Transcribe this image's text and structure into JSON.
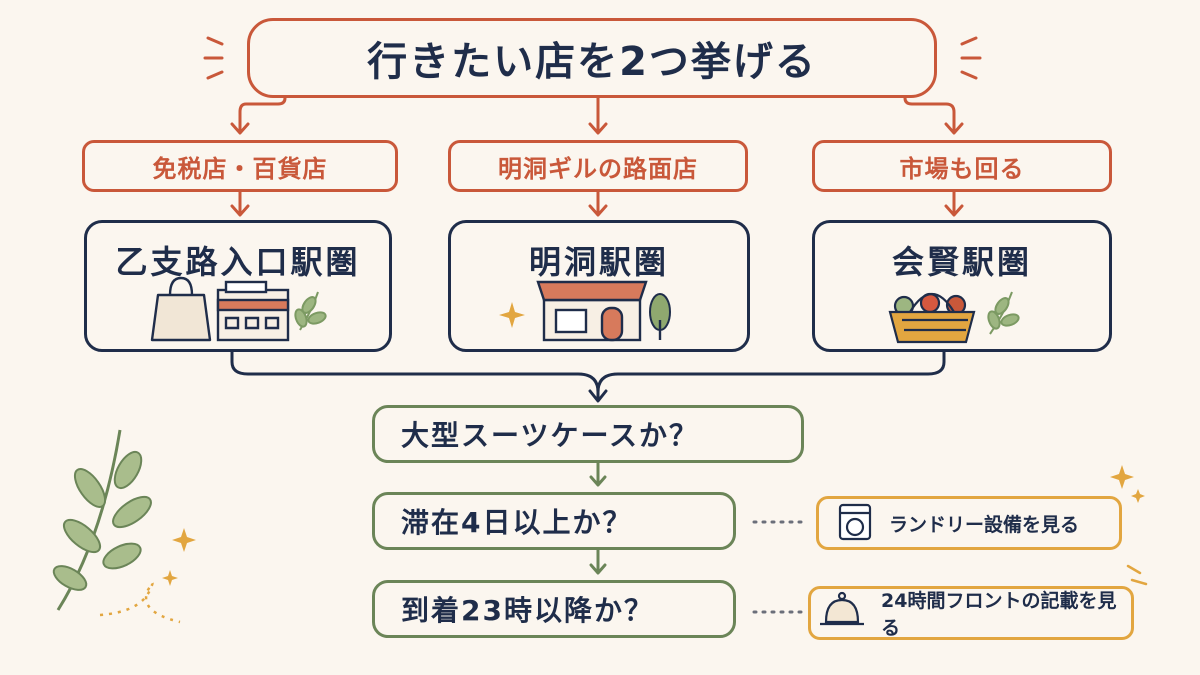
{
  "title": "行きたい店を2つ挙げる",
  "categories": [
    {
      "label": "免税店・百貨店"
    },
    {
      "label": "明洞ギルの路面店"
    },
    {
      "label": "市場も回る"
    }
  ],
  "areas": [
    {
      "label": "乙支路入口駅圏",
      "icons": [
        "shopping-bag-icon",
        "department-store-icon",
        "leaf-icon"
      ]
    },
    {
      "label": "明洞駅圏",
      "icons": [
        "sparkle-icon",
        "storefront-icon",
        "tree-icon"
      ]
    },
    {
      "label": "会賢駅圏",
      "icons": [
        "market-basket-icon",
        "leaf-icon"
      ]
    }
  ],
  "questions": [
    {
      "label": "大型スーツケースか？"
    },
    {
      "label": "滞在4日以上か？",
      "note": "ランドリー設備を見る",
      "note_icon": "washing-machine-icon"
    },
    {
      "label": "到着23時以降か？",
      "note": "24時間フロントの記載を見る",
      "note_icon": "service-bell-icon"
    }
  ],
  "colors": {
    "background": "#fbf6ef",
    "title_border": "#c9583a",
    "category": "#c9583a",
    "area_border": "#1f2d4a",
    "question_border": "#6b8558",
    "note_border": "#e2a640",
    "text": "#1f2d4a"
  }
}
